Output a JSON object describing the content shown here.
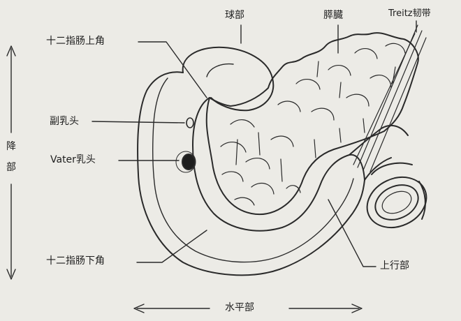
{
  "diagram": {
    "labels": {
      "bulb": "球部",
      "pancreas": "膵臓",
      "treitz": "Treitz韧带",
      "superior_flexure": "十二指肠上角",
      "minor_papilla": "副乳头",
      "vater_papilla": "Vater乳头",
      "inferior_flexure": "十二指肠下角",
      "ascending": "上行部",
      "horizontal": "水平部",
      "descending_1": "降",
      "descending_2": "部"
    }
  }
}
